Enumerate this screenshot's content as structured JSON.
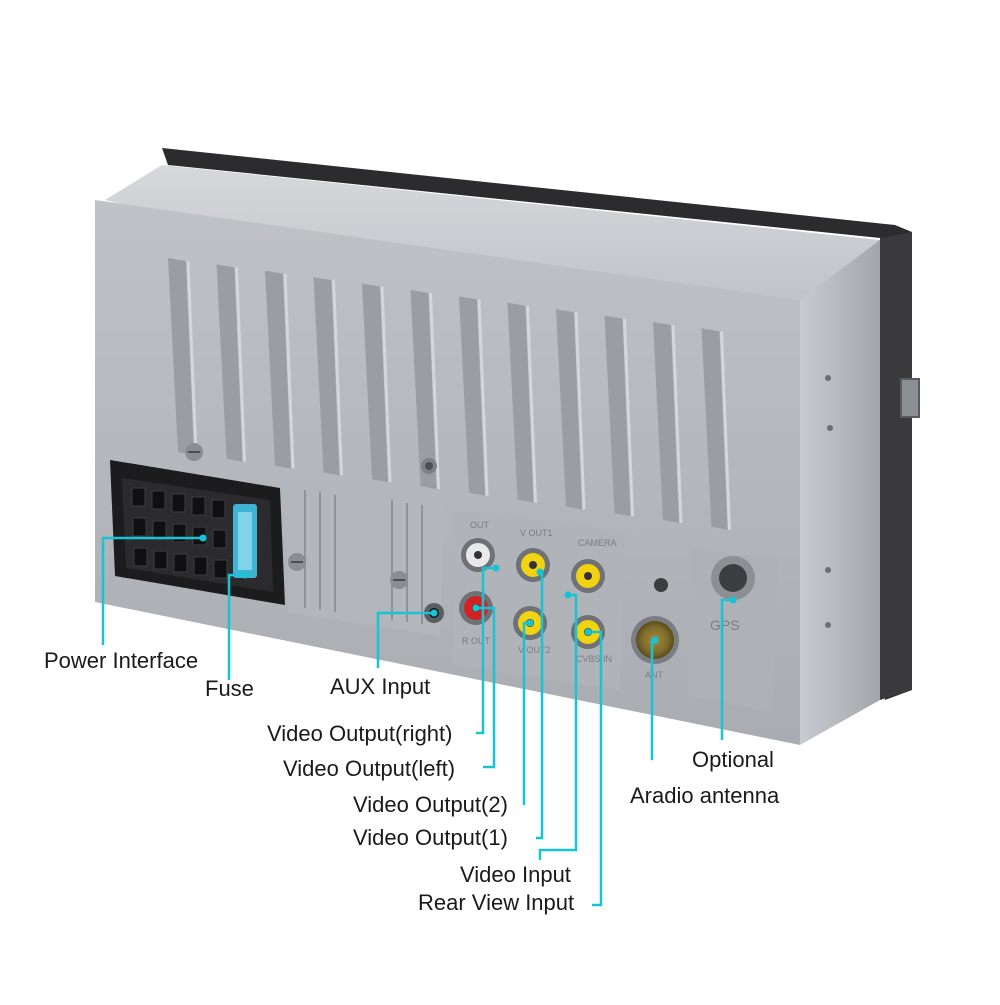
{
  "colors": {
    "background": "#ffffff",
    "housing": "#b9bcc1",
    "fins": "#9da1a6",
    "frame": "#2c2c2e",
    "callout_line": "#19c3d6",
    "label_text": "#1a1a1a"
  },
  "unit_markings": {
    "gps": "GPS",
    "ant": "ANT",
    "r_out": "R OUT",
    "v_out2": "V OUT2",
    "cvbs_in": "CVBS IN",
    "out": "OUT",
    "v_out1": "V OUT1",
    "camera": "CAMERA"
  },
  "labels": {
    "power_interface": "Power Interface",
    "fuse": "Fuse",
    "aux_input": "AUX Input",
    "video_output_right": "Video Output(right)",
    "video_output_left": "Video Output(left)",
    "video_output_2": "Video Output(2)",
    "video_output_1": "Video Output(1)",
    "video_input": "Video Input",
    "rear_view_input": "Rear View Input",
    "optional": "Optional",
    "aradio_antenna": "Aradio antenna"
  }
}
